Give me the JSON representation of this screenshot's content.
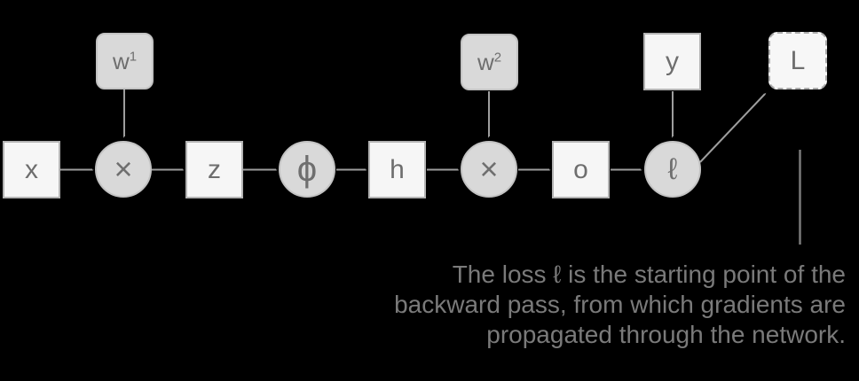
{
  "colors": {
    "background": "#000000",
    "box_fill": "#f6f6f6",
    "box_border": "#b3b3b3",
    "param_fill": "#d9d9d9",
    "param_border": "#c3c3c3",
    "dashed_border": "#ababab",
    "node_text": "#6e6e6e",
    "arrow": "#9e9e9e",
    "caption_text": "#7a7a7a"
  },
  "graph": {
    "nodes": {
      "x": {
        "label": "x"
      },
      "w1": {
        "base": "w",
        "sup": "1"
      },
      "mul1": {
        "label": "×"
      },
      "z": {
        "label": "z"
      },
      "phi": {
        "label": "ϕ"
      },
      "h": {
        "label": "h"
      },
      "w2": {
        "base": "w",
        "sup": "2"
      },
      "mul2": {
        "label": "×"
      },
      "o": {
        "label": "o"
      },
      "y": {
        "label": "y"
      },
      "loss": {
        "label": "ℓ"
      },
      "L": {
        "label": "L"
      }
    },
    "edges": [
      "x→mul1",
      "w1→mul1",
      "mul1→z",
      "z→phi",
      "phi→h",
      "h→mul2",
      "w2→mul2",
      "mul2→o",
      "o→loss",
      "y→loss",
      "loss→L"
    ]
  },
  "caption": {
    "lines": [
      "The loss ℓ is the starting point of the",
      "backward pass, from which gradients are",
      "propagated through the network."
    ]
  }
}
